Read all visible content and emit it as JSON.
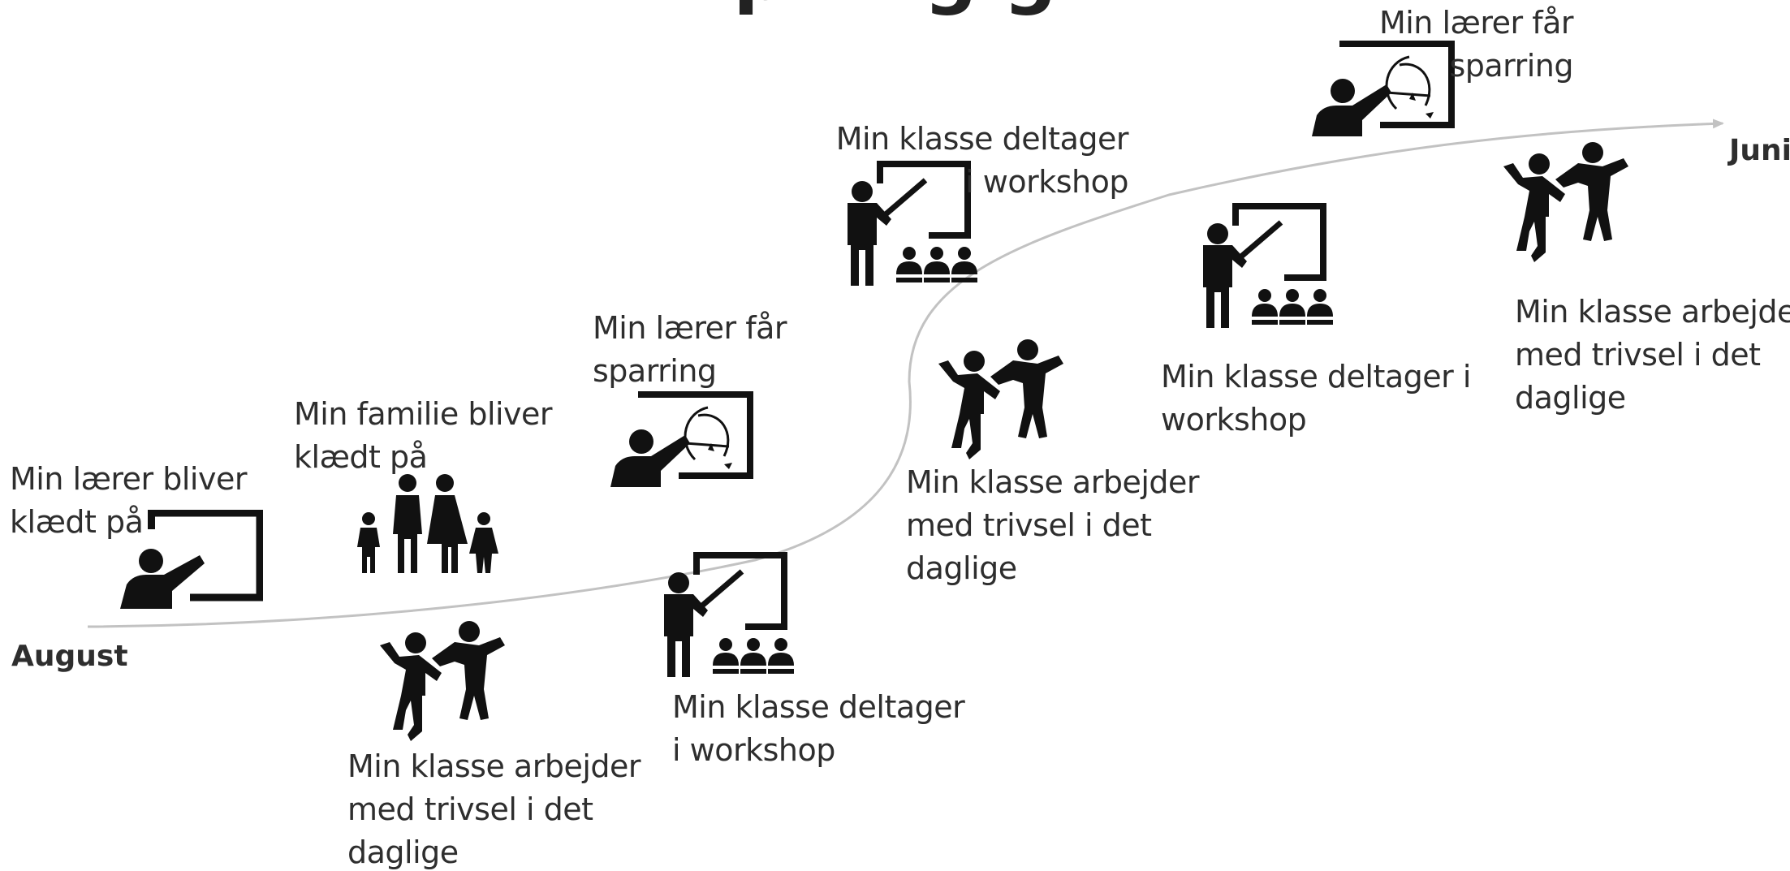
{
  "title": "...p ... g g...",
  "timeline": {
    "start_label": "August",
    "end_label": "Juni",
    "line_color": "#c2c2c2",
    "icon_color": "#111111"
  },
  "steps": [
    {
      "id": "s1",
      "icon": "teacher-whiteboard-icon",
      "lines": [
        "Min lærer bliver",
        "klædt på"
      ]
    },
    {
      "id": "s2",
      "icon": "family-icon",
      "lines": [
        "Min familie bliver",
        "klædt på"
      ]
    },
    {
      "id": "s3",
      "icon": "dancing-kids-icon",
      "lines": [
        "Min klasse arbejder",
        "med trivsel i det",
        "daglige"
      ]
    },
    {
      "id": "s4",
      "icon": "teacher-sparring-board-icon",
      "lines": [
        "Min lærer får",
        "sparring"
      ]
    },
    {
      "id": "s5",
      "icon": "classroom-workshop-icon",
      "lines": [
        "Min klasse deltager",
        "i workshop"
      ]
    },
    {
      "id": "s6",
      "icon": "classroom-workshop-icon",
      "lines": [
        "Min klasse deltager",
        "i workshop"
      ]
    },
    {
      "id": "s7",
      "icon": "dancing-kids-icon",
      "lines": [
        "Min klasse arbejder",
        "med trivsel i det",
        "daglige"
      ]
    },
    {
      "id": "s8",
      "icon": "classroom-workshop-icon",
      "lines": [
        "Min klasse deltager i",
        "workshop"
      ]
    },
    {
      "id": "s9",
      "icon": "teacher-sparring-board-icon",
      "lines": [
        "Min lærer får",
        "sparring"
      ]
    },
    {
      "id": "s10",
      "icon": "dancing-kids-icon",
      "lines": [
        "Min klasse arbejder",
        "med trivsel i det",
        "daglige"
      ]
    }
  ]
}
